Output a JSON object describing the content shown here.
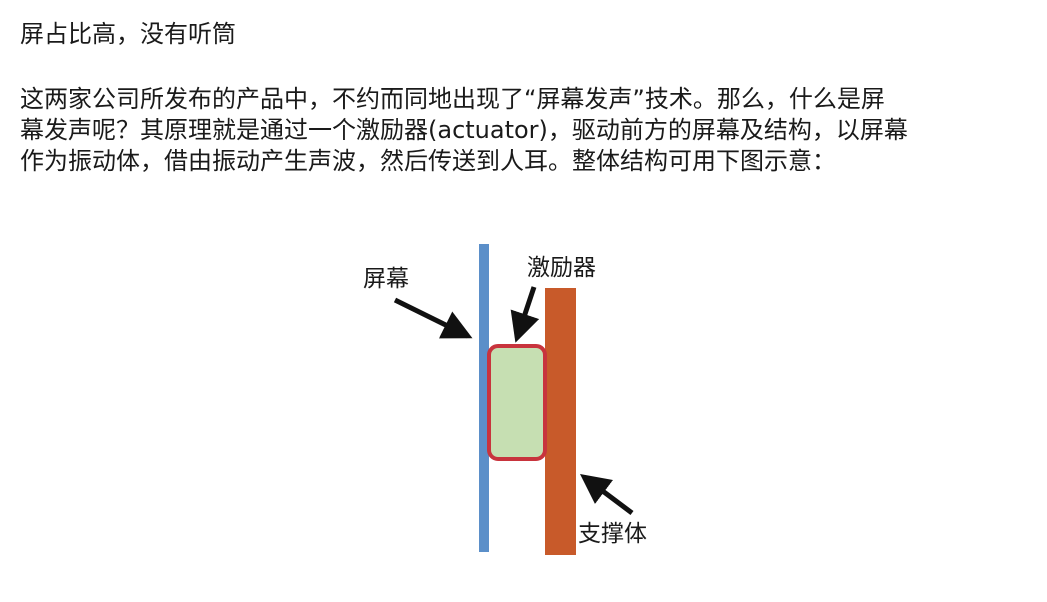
{
  "heading": "屏占比高，没有听筒",
  "paragraph": {
    "lines": [
      "这两家公司所发布的产品中，不约而同地出现了“屏幕发声”技术。那么，什么是屏",
      "幕发声呢？其原理就是通过一个激励器(actuator)，驱动前方的屏幕及结构，以屏幕",
      "作为振动体，借由振动产生声波，然后传送到人耳。整体结构可用下图示意："
    ]
  },
  "diagram": {
    "screen_label": "屏幕",
    "actuator_label": "激励器",
    "support_label": "支撑体",
    "colors": {
      "screen": "#5b8fc9",
      "actuator_fill": "#c6dfb2",
      "actuator_border": "#c8343d",
      "support": "#c85a2a",
      "arrow": "#111111"
    }
  }
}
